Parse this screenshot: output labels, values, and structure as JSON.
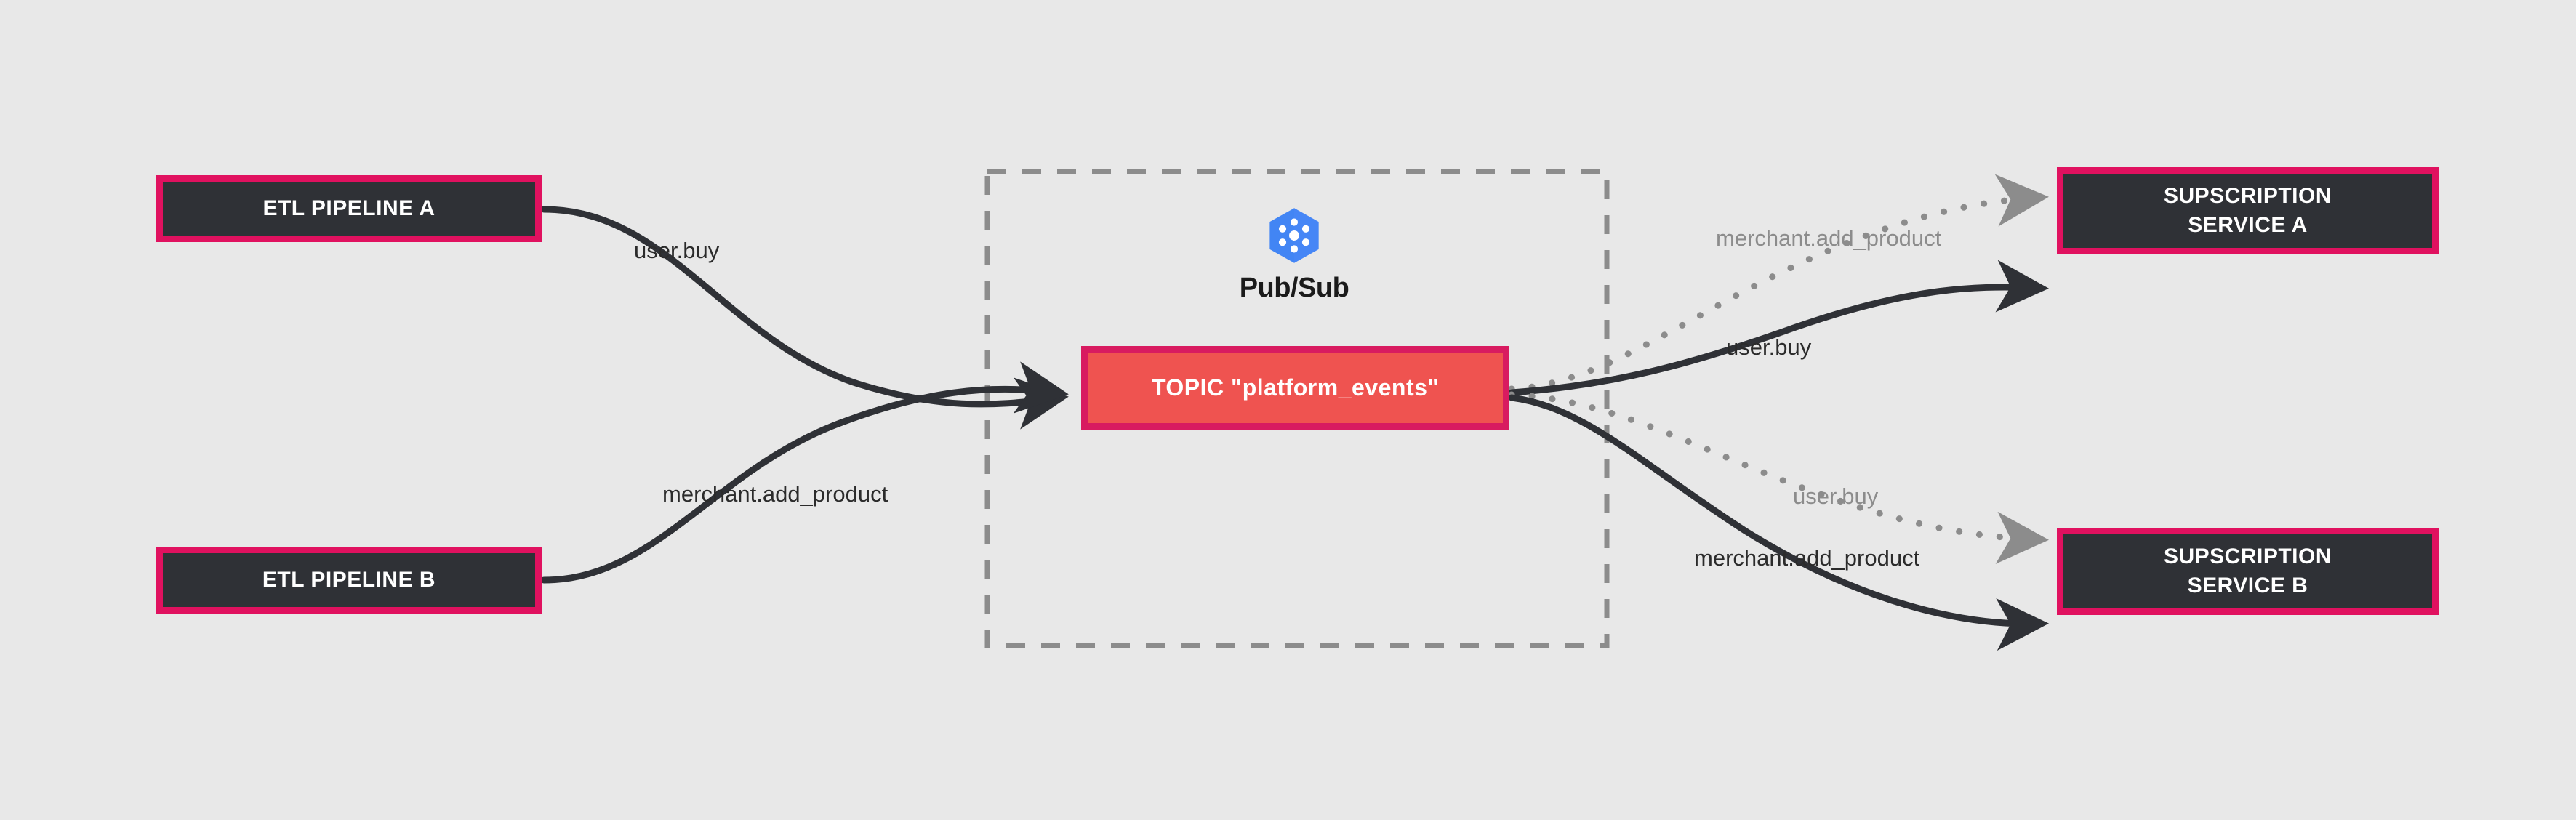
{
  "diagram": {
    "title": "Google Cloud Pub/Sub publish-subscribe event flow",
    "background_color": "#e8e8e8",
    "boundary": {
      "name": "pubsub-boundary",
      "style": "dashed",
      "color": "#8c8c8c"
    },
    "brand": {
      "logo_name": "google-cloud-pubsub-icon",
      "logo_color": "#4285f4",
      "title": "Pub/Sub"
    },
    "colors": {
      "node_fill": "#2f3136",
      "node_border": "#e0115f",
      "topic_fill": "#ef5350",
      "topic_border": "#d81b60",
      "solid_edge": "#2f3136",
      "dotted_edge": "#8c8c8c"
    },
    "nodes": [
      {
        "id": "etl-a",
        "label": "ETL PIPELINE A",
        "role": "publisher"
      },
      {
        "id": "etl-b",
        "label": "ETL PIPELINE B",
        "role": "publisher"
      },
      {
        "id": "topic",
        "label": "TOPIC \"platform_events\"",
        "role": "topic"
      },
      {
        "id": "sub-a",
        "label": "SUPSCRIPTION\nSERVICE A",
        "role": "subscriber"
      },
      {
        "id": "sub-b",
        "label": "SUPSCRIPTION\nSERVICE B",
        "role": "subscriber"
      }
    ],
    "edges": [
      {
        "id": "e1",
        "from": "etl-a",
        "to": "topic",
        "label": "user.buy",
        "style": "solid",
        "color": "#2f3136"
      },
      {
        "id": "e2",
        "from": "etl-b",
        "to": "topic",
        "label": "merchant.add_product",
        "style": "solid",
        "color": "#2f3136"
      },
      {
        "id": "e3",
        "from": "topic",
        "to": "sub-a",
        "label": "merchant.add_product",
        "style": "dotted",
        "color": "#8c8c8c"
      },
      {
        "id": "e4",
        "from": "topic",
        "to": "sub-a",
        "label": "user.buy",
        "style": "solid",
        "color": "#2f3136"
      },
      {
        "id": "e5",
        "from": "topic",
        "to": "sub-b",
        "label": "user.buy",
        "style": "dotted",
        "color": "#8c8c8c"
      },
      {
        "id": "e6",
        "from": "topic",
        "to": "sub-b",
        "label": "merchant.add_product",
        "style": "solid",
        "color": "#2f3136"
      }
    ]
  }
}
